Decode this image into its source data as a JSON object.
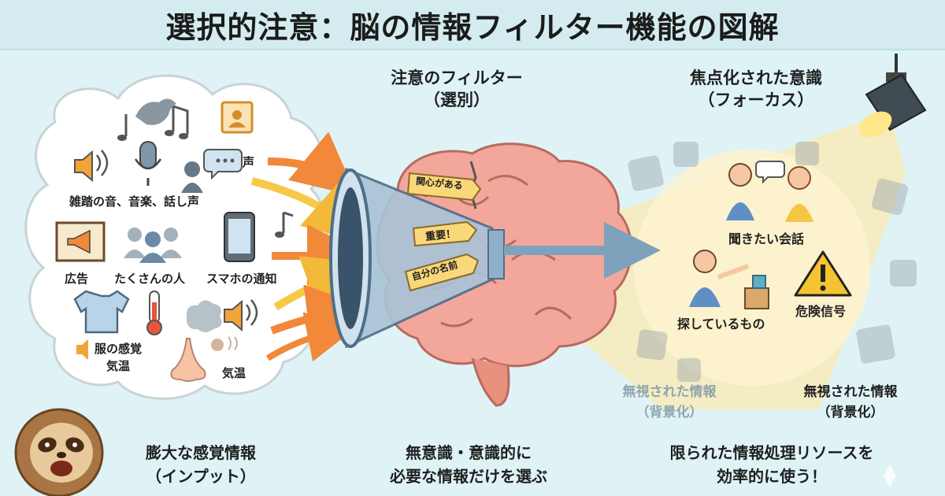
{
  "title": "選択的注意：脳の情報フィルター機能の図解",
  "headings": {
    "filter_line1": "注意のフィルター",
    "filter_line2": "（選別）",
    "focus_line1": "焦点化された意識",
    "focus_line2": "（フォーカス）"
  },
  "input_items": {
    "voice": "声",
    "noise": "雑踏の音、音楽、話し声",
    "ad": "広告",
    "crowd": "たくさんの人",
    "phone": "スマホの通知",
    "clothes_line1": "服の感覚",
    "clothes_line2": "気温",
    "temp": "気温"
  },
  "filter_tags": {
    "interest": "関心がある",
    "important": "重要！",
    "name": "自分の名前"
  },
  "focus_items": {
    "conversation": "聞きたい会話",
    "searching": "探しているもの",
    "danger": "危険信号"
  },
  "ignored": {
    "left_line1": "無視された情報",
    "left_line2": "（背景化）",
    "right_line1": "無視された情報",
    "right_line2": "（背景化）"
  },
  "bottom": {
    "input_line1": "膨大な感覚情報",
    "input_line2": "（インプット）",
    "filter_line1": "無意識・意識的に",
    "filter_line2": "必要な情報だけを選ぶ",
    "resource_line1": "限られた情報処理リソースを",
    "resource_line2": "効率的に使う！"
  },
  "colors": {
    "background": "#dff3f6",
    "arrow_orange": "#f1883a",
    "arrow_yellow": "#f7c948",
    "brain_pink": "#f3a79a",
    "funnel_blue": "#8fb0c8",
    "spotlight_yellow": "#fbeab2",
    "tag_yellow": "#f9d87a"
  },
  "icons": [
    "speaker-icon",
    "microphone-icon",
    "music-note-icon",
    "chat-bubble-icon",
    "calendar-icon",
    "megaphone-sign-icon",
    "crowd-icon",
    "smartphone-icon",
    "jacket-icon",
    "thermometer-icon",
    "nose-icon",
    "steam-icon",
    "brain-icon",
    "funnel-icon",
    "spotlight-icon",
    "warning-icon",
    "sloth-mascot-icon"
  ]
}
